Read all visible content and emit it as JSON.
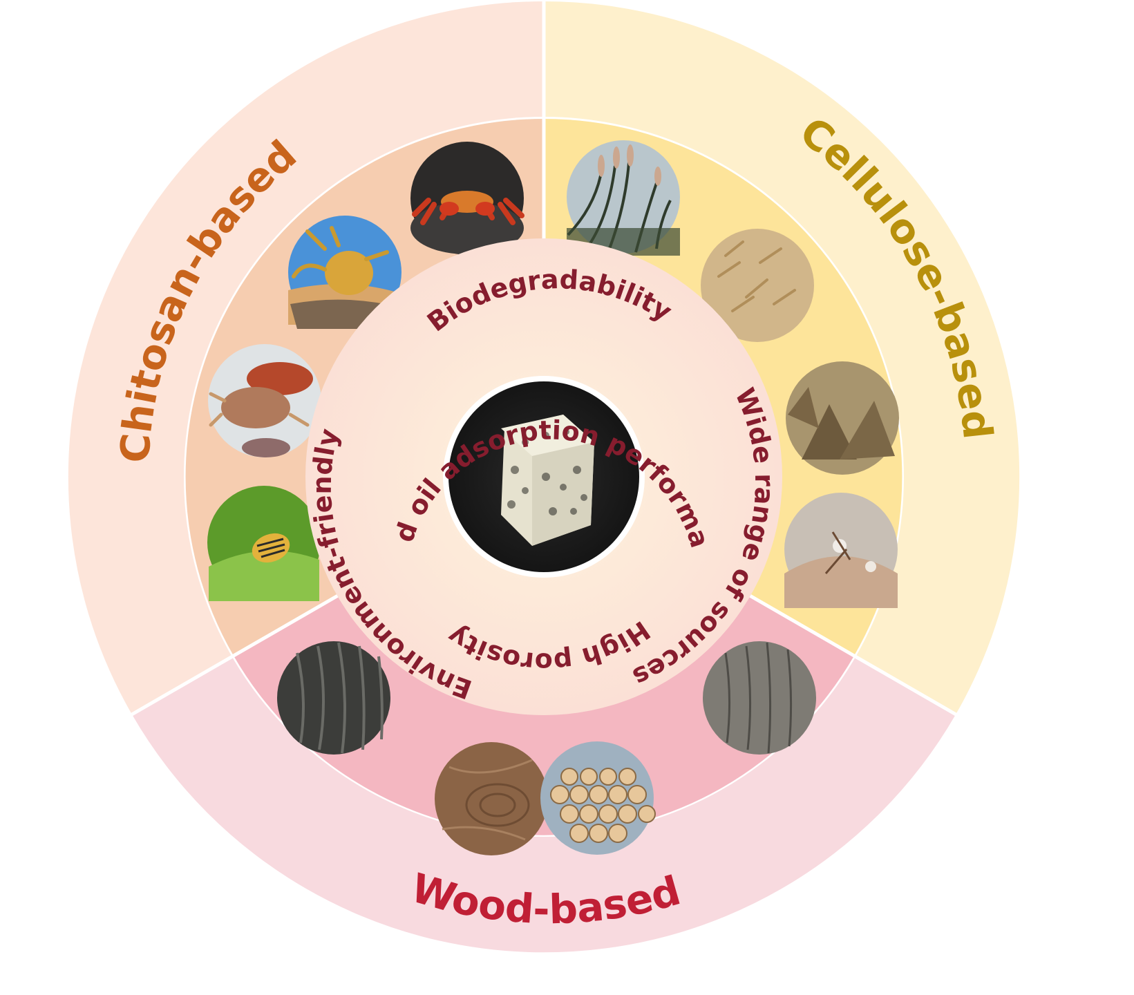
{
  "diagram": {
    "center": {
      "label": "Porous oil-absorbing cube (center image)",
      "image_description": "white porous foam cube on black background"
    },
    "properties_outer_ring": [
      {
        "id": "biodegradability",
        "label": "Biodegradability"
      },
      {
        "id": "wide-range",
        "label": "Wide range of sources"
      },
      {
        "id": "environment-friendly",
        "label": "Environment-friendly"
      }
    ],
    "properties_inner_ring": [
      {
        "id": "oil-adsorption",
        "label": "Good oil adsorption performance"
      },
      {
        "id": "high-porosity",
        "label": "High porosity"
      }
    ],
    "segments": [
      {
        "id": "chitosan",
        "label": "Chitosan-based",
        "label_color": "#c8641c",
        "outer_color": "#fde5da",
        "inner_color": "#f6cdb0",
        "images": [
          {
            "name": "red-crab-photo",
            "desc": "red crab on dark rock"
          },
          {
            "name": "crayfish-photo",
            "desc": "golden crayfish on sand"
          },
          {
            "name": "crabs-pile-photo",
            "desc": "pile of crabs"
          },
          {
            "name": "beetle-photo",
            "desc": "striped beetle on green leaf"
          }
        ]
      },
      {
        "id": "cellulose",
        "label": "Cellulose-based",
        "label_color": "#b8900c",
        "outer_color": "#fef0cc",
        "inner_color": "#fde49a",
        "images": [
          {
            "name": "reeds-photo",
            "desc": "reeds against sky"
          },
          {
            "name": "wheat-photo",
            "desc": "wheat field"
          },
          {
            "name": "straw-bundles-photo",
            "desc": "straw bundles"
          },
          {
            "name": "cotton-photo",
            "desc": "cotton plants"
          }
        ]
      },
      {
        "id": "wood",
        "label": "Wood-based",
        "label_color": "#c01f35",
        "outer_color": "#f8dadf",
        "inner_color": "#f4b7c1",
        "images": [
          {
            "name": "dark-bark-photo",
            "desc": "dark tree bark"
          },
          {
            "name": "wood-grain-photo",
            "desc": "wood grain cross-section"
          },
          {
            "name": "logs-photo",
            "desc": "stacked logs"
          },
          {
            "name": "gray-bark-photo",
            "desc": "gray tree bark"
          }
        ]
      }
    ],
    "center_ring_color": "#fde9d6"
  }
}
